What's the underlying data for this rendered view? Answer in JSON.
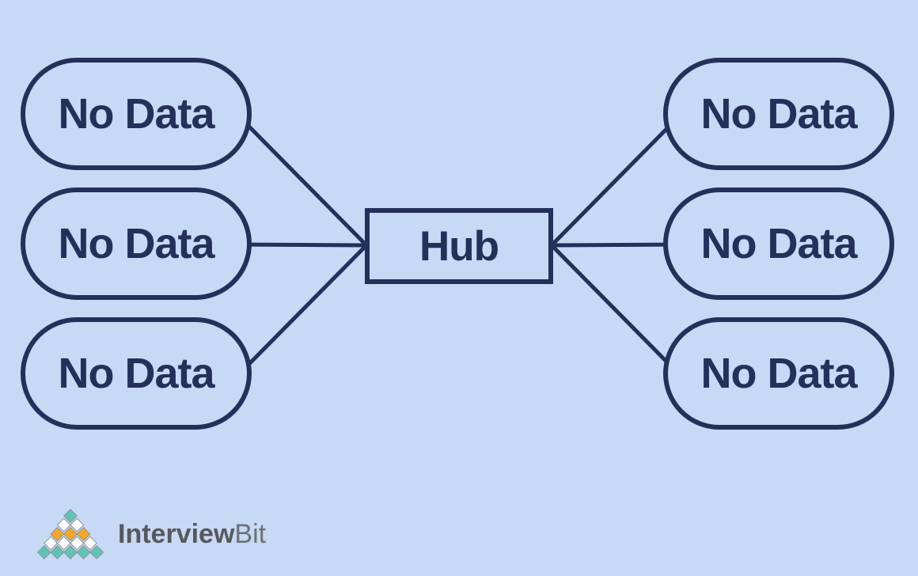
{
  "canvas": {
    "background_color": "#c6d9f5",
    "line_color": "#23305a"
  },
  "diagram": {
    "type": "hub-and-spoke",
    "hub": {
      "label": "Hub"
    },
    "left_nodes": [
      {
        "label": "No Data"
      },
      {
        "label": "No Data"
      },
      {
        "label": "No Data"
      }
    ],
    "right_nodes": [
      {
        "label": "No Data"
      },
      {
        "label": "No Data"
      },
      {
        "label": "No Data"
      }
    ]
  },
  "branding": {
    "logo_primary": "Interview",
    "logo_secondary": "Bit",
    "logo_colors": {
      "teal": "#5ec4b6",
      "orange": "#f5a724",
      "white": "#ffffff",
      "outline": "#8d9299"
    },
    "logo_mark": {
      "rows": [
        [
          "teal"
        ],
        [
          "white",
          "white"
        ],
        [
          "orange",
          "orange",
          "orange"
        ],
        [
          "white",
          "white",
          "white",
          "white"
        ],
        [
          "teal",
          "teal",
          "teal",
          "teal",
          "teal"
        ]
      ]
    }
  }
}
